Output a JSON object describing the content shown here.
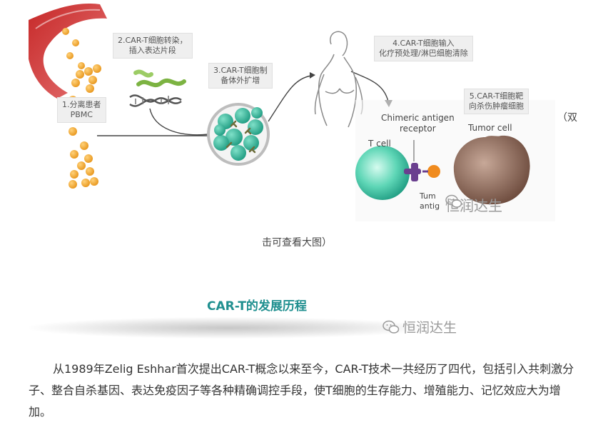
{
  "figure": {
    "steps": [
      "1.分离患者\nPBMC",
      "2.CAR-T细胞转染，\n插入表达片段",
      "3.CAR-T细胞制\n备体外扩增",
      "4.CAR-T细胞输入\n化疗预处理/淋巴细胞清除",
      "5.CAR-T细胞靶\n向杀伤肿瘤细胞"
    ],
    "labels": {
      "chimeric": "Chimeric antigen\nreceptor",
      "tumor_cell": "Tumor cell",
      "t_cell": "T cell",
      "tumor_antigen": "Tum\nantig"
    },
    "colors": {
      "pbmc": "#f0a830",
      "culture": "#2fb59a",
      "t_cell": "#3cc3a0",
      "tumor": "#8a6655",
      "title": "#1f8f8f"
    }
  },
  "watermark": {
    "text": "恒润达生",
    "icon": "wechat-icon"
  },
  "side_text": "（双",
  "click_text": "击可查看大图）",
  "section_title": "CAR-T的发展历程",
  "body": "从1989年Zelig Eshhar首次提出CAR-T概念以来至今，CAR-T技术一共经历了四代，包括引入共刺激分子、整合自杀基因、表达免疫因子等各种精确调控手段，使T细胞的生存能力、增殖能力、记忆效应大为增加。"
}
